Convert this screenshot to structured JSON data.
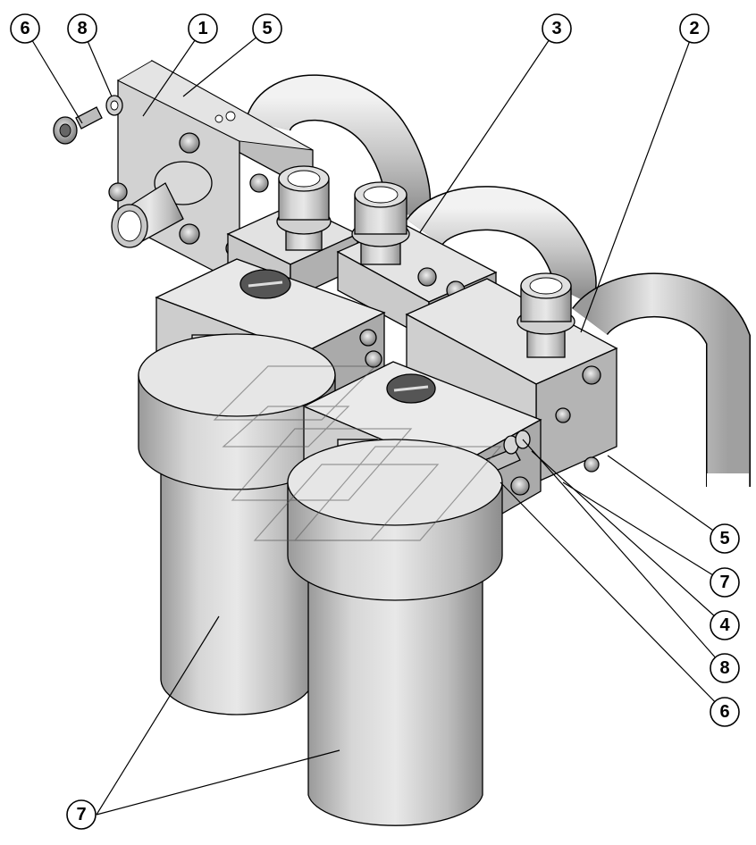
{
  "callouts": [
    {
      "id": "c6a",
      "label": "6"
    },
    {
      "id": "c8a",
      "label": "8"
    },
    {
      "id": "c1",
      "label": "1"
    },
    {
      "id": "c5a",
      "label": "5"
    },
    {
      "id": "c3",
      "label": "3"
    },
    {
      "id": "c2",
      "label": "2"
    },
    {
      "id": "c5b",
      "label": "5"
    },
    {
      "id": "c7a",
      "label": "7"
    },
    {
      "id": "c4",
      "label": "4"
    },
    {
      "id": "c8b",
      "label": "8"
    },
    {
      "id": "c6b",
      "label": "6"
    },
    {
      "id": "c7b",
      "label": "7"
    }
  ]
}
